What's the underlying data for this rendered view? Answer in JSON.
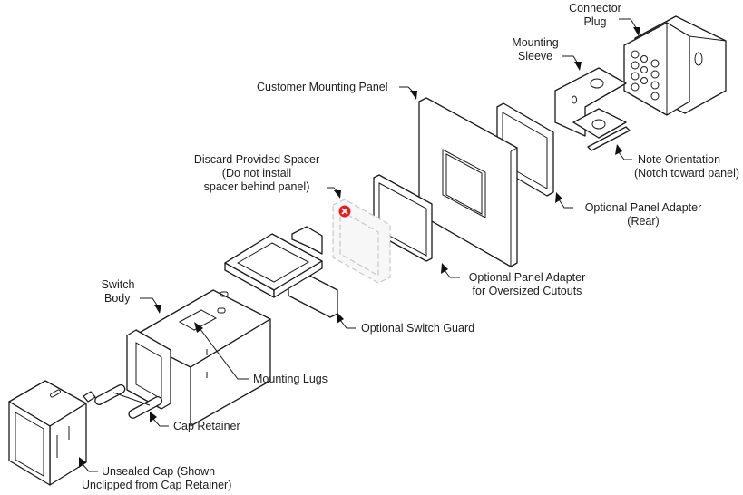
{
  "diagram": {
    "title": "Exploded assembly view of panel-mount switch",
    "colors": {
      "line": "#1a1a1a",
      "background": "#ffffff",
      "discard_mark": "#e02020",
      "ghost": "#c8c8c8"
    },
    "labels": {
      "connector_plug": [
        "Connector",
        "Plug"
      ],
      "mounting_sleeve": [
        "Mounting",
        "Sleeve"
      ],
      "customer_mounting_panel": "Customer Mounting Panel",
      "note_orientation": [
        "Note Orientation",
        "(Notch toward panel)"
      ],
      "discard_spacer": [
        "Discard Provided Spacer",
        "(Do not install",
        "spacer behind panel)"
      ],
      "panel_adapter_rear": [
        "Optional Panel Adapter",
        "(Rear)"
      ],
      "panel_adapter_oversized": [
        "Optional Panel Adapter",
        "for Oversized Cutouts"
      ],
      "switch_body": [
        "Switch",
        "Body"
      ],
      "switch_guard": "Optional Switch Guard",
      "mounting_lugs": "Mounting Lugs",
      "cap_retainer": "Cap Retainer",
      "unsealed_cap": [
        "Unsealed Cap (Shown",
        "Unclipped from Cap Retainer)"
      ]
    },
    "icons": {
      "discard_mark": "x-circle-icon"
    }
  }
}
